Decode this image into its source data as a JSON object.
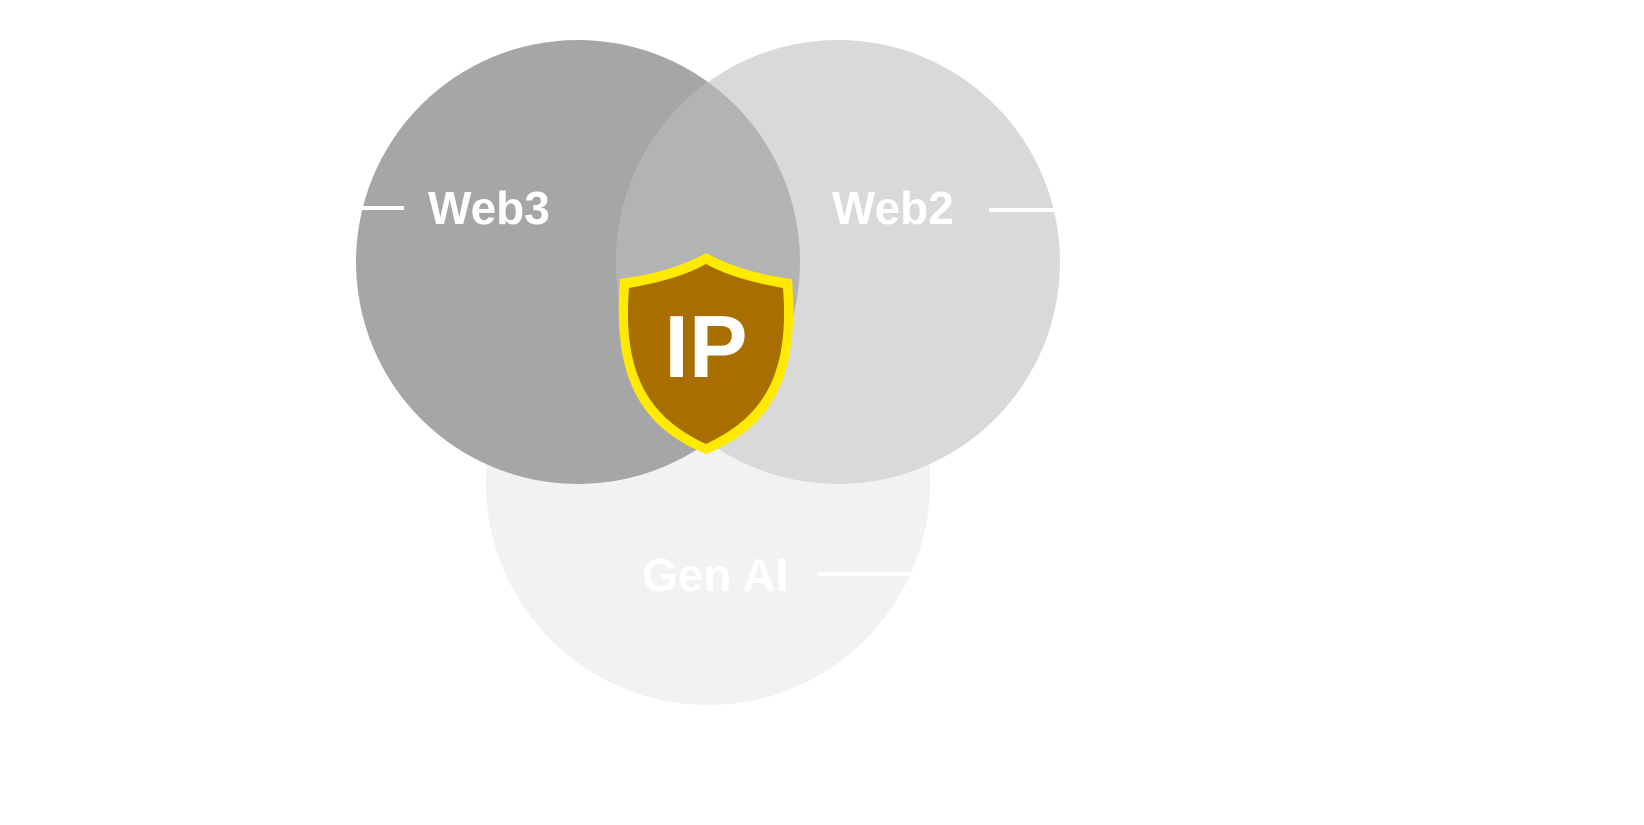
{
  "diagram": {
    "type": "venn",
    "circles": [
      {
        "id": "web3",
        "label": "Web3",
        "color": "#a6a6a6"
      },
      {
        "id": "web2",
        "label": "Web2",
        "color": "#d9d9d9"
      },
      {
        "id": "genai",
        "label": "Gen AI",
        "color": "#f2f2f2"
      }
    ],
    "center": {
      "label": "IP",
      "icon": "shield-icon",
      "fill_color": "#a86f00",
      "border_color": "#ffea00"
    },
    "label_color": "#ffffff",
    "overlap_color": "#b3b3b3"
  }
}
